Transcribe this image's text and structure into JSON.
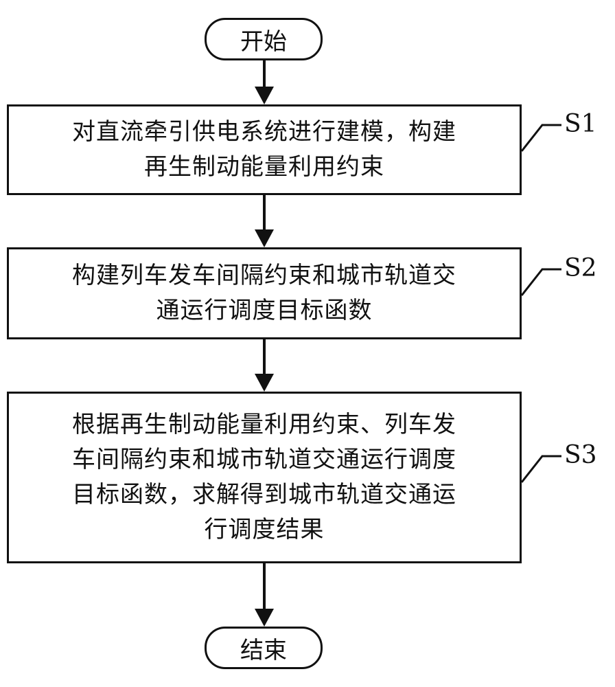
{
  "start": {
    "label": "开始"
  },
  "end": {
    "label": "结束"
  },
  "steps": [
    {
      "id": "S1",
      "lines": [
        "对直流牵引供电系统进行建模，构建",
        "再生制动能量利用约束"
      ]
    },
    {
      "id": "S2",
      "lines": [
        "构建列车发车间隔约束和城市轨道交",
        "通运行调度目标函数"
      ]
    },
    {
      "id": "S3",
      "lines": [
        "根据再生制动能量利用约束、列车发",
        "车间隔约束和城市轨道交通运行调度",
        "目标函数，求解得到城市轨道交通运",
        "行调度结果"
      ]
    }
  ]
}
